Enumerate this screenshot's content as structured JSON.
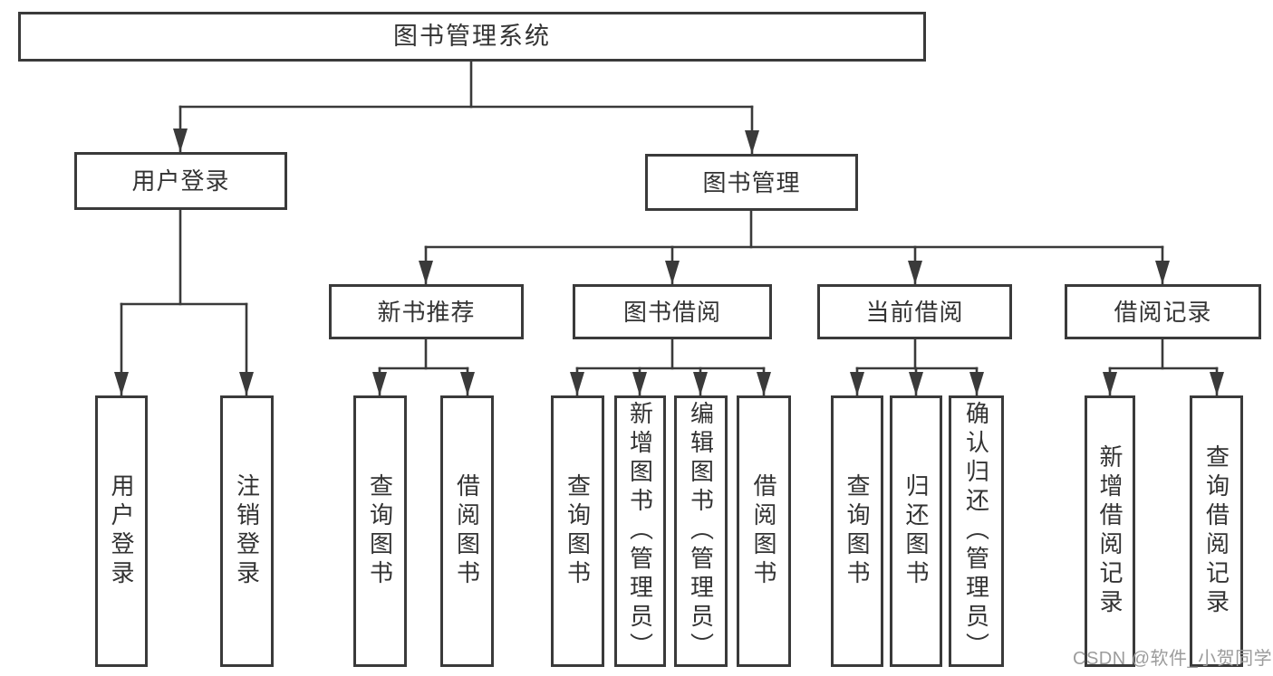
{
  "diagram": {
    "root_label": "图书管理系统",
    "level2": {
      "login": "用户登录",
      "manage": "图书管理"
    },
    "level3": {
      "newbook": "新书推荐",
      "borrow": "图书借阅",
      "current": "当前借阅",
      "records": "借阅记录"
    },
    "leaves": {
      "login": [
        "用户登录",
        "注销登录"
      ],
      "newbook": [
        "查询图书",
        "借阅图书"
      ],
      "borrow": [
        "查询图书",
        "新增图书（管理员）",
        "编辑图书（管理员）",
        "借阅图书"
      ],
      "current": [
        "查询图书",
        "归还图书",
        "确认归还（管理员）"
      ],
      "records": [
        "新增借阅记录",
        "查询借阅记录"
      ]
    },
    "watermark": "CSDN @软件_小贺同学",
    "colors": {
      "line": "#3a3a3a",
      "text": "#333333",
      "watermark": "#9c9c9c",
      "background": "#ffffff"
    }
  }
}
